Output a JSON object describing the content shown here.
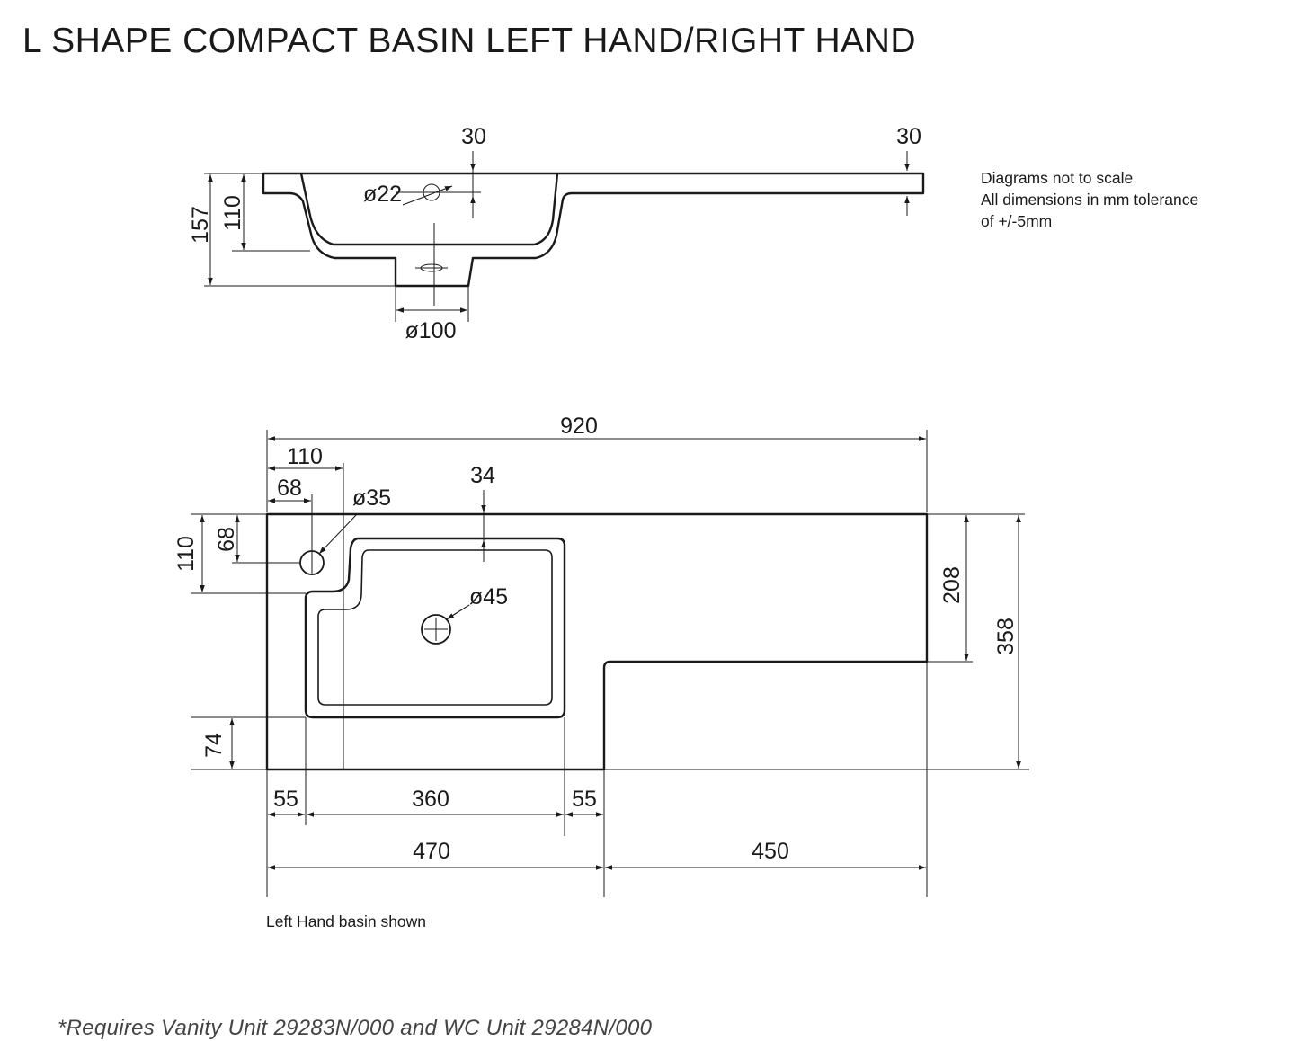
{
  "title": "L SHAPE COMPACT BASIN LEFT HAND/RIGHT HAND",
  "notes": [
    "Diagrams not to scale",
    "All dimensions in mm tolerance",
    "of +/-5mm"
  ],
  "caption": "Left Hand basin shown",
  "footnote": "*Requires Vanity Unit 29283N/000 and WC Unit 29284N/000",
  "side_view": {
    "dims": {
      "top_left_30": "30",
      "top_right_30": "30",
      "tap_hole": "ø22",
      "waste": "ø100",
      "depth_110": "110",
      "depth_157": "157"
    }
  },
  "plan_view": {
    "dims": {
      "overall_width": "920",
      "tap_offset_110": "110",
      "tap_offset_68": "68",
      "tap_hole": "ø35",
      "bowl_edge_34": "34",
      "waste": "ø45",
      "left_110": "110",
      "left_68": "68",
      "left_74": "74",
      "right_208": "208",
      "right_358": "358",
      "bottom_55_left": "55",
      "bottom_360": "360",
      "bottom_55_right": "55",
      "bottom_470": "470",
      "bottom_450": "450"
    }
  }
}
